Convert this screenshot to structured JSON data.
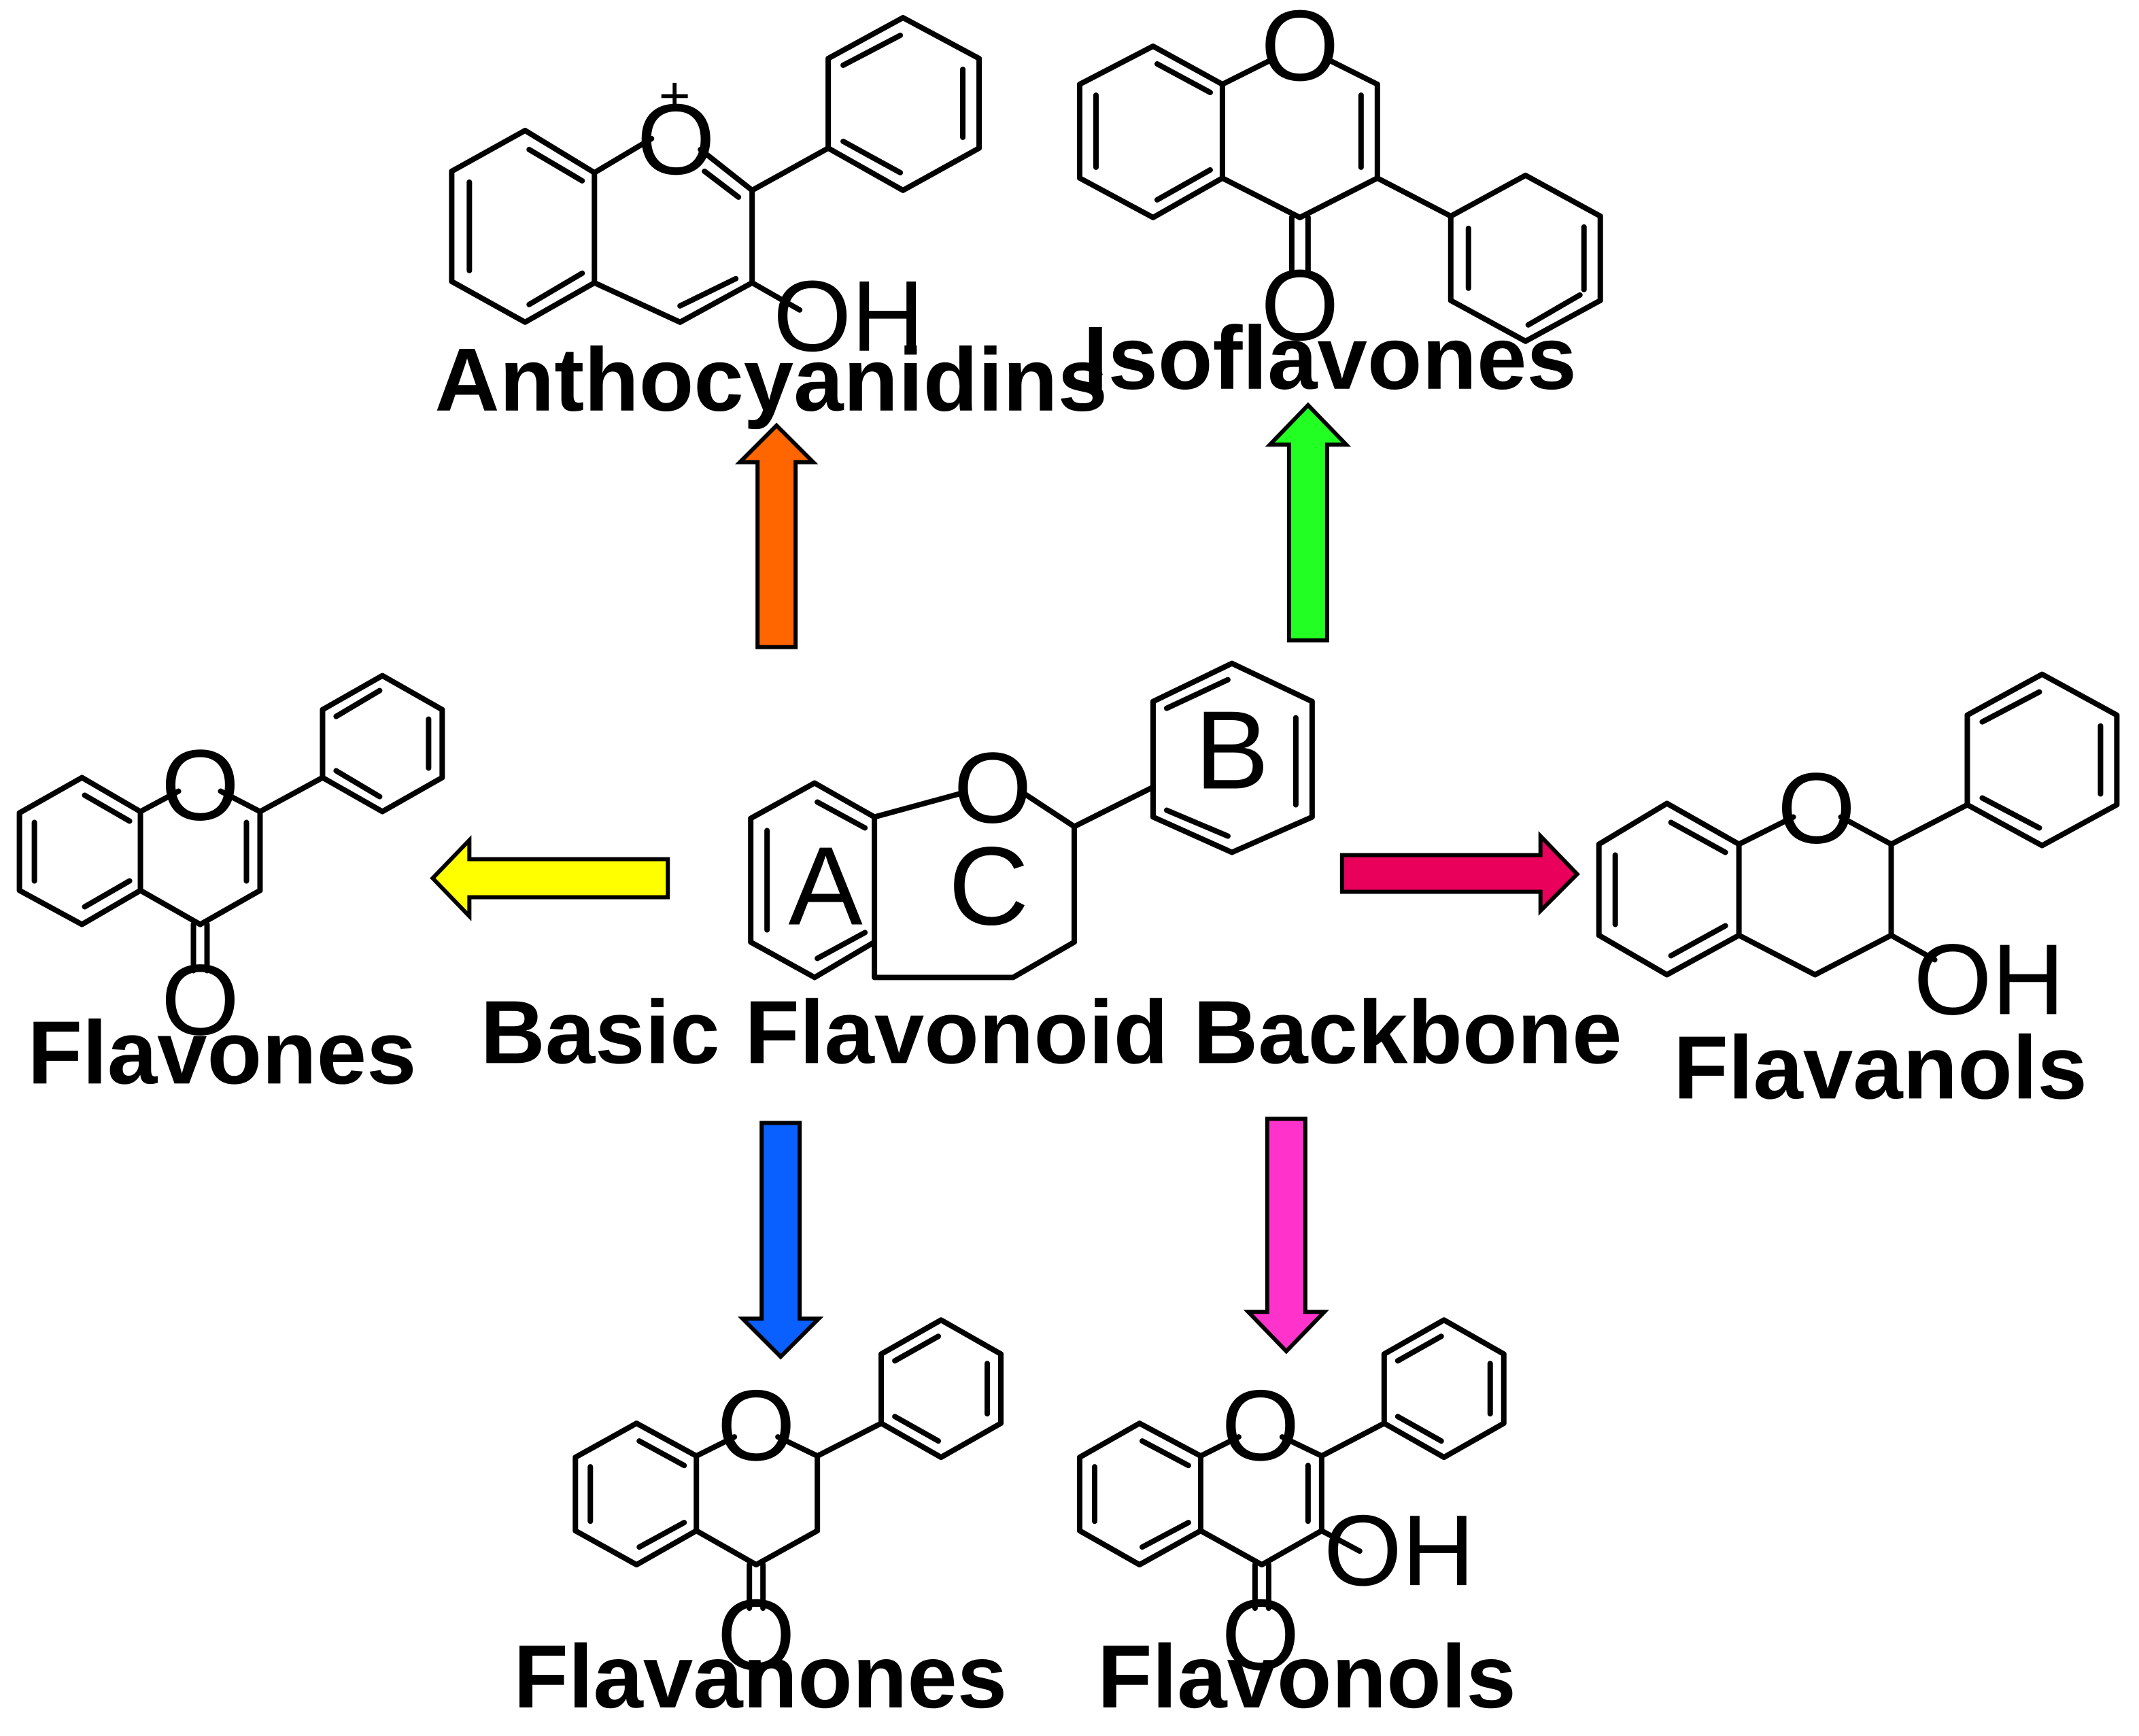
{
  "center": {
    "title": "Basic Flavonoid Backbone",
    "ring_labels": [
      "A",
      "C",
      "B"
    ],
    "atoms": [
      "O"
    ]
  },
  "classes": [
    {
      "name": "Anthocyanidins",
      "arrow_color": "#FF6600",
      "atoms": {
        "charge": "+",
        "o_ring": "O",
        "oh": "OH"
      }
    },
    {
      "name": "Isoflavones",
      "arrow_color": "#22FF22",
      "atoms": {
        "o_ring": "O",
        "o_keto": "O"
      }
    },
    {
      "name": "Flavones",
      "arrow_color": "#FFFF00",
      "atoms": {
        "o_ring": "O",
        "o_keto": "O"
      }
    },
    {
      "name": "Flavanols",
      "arrow_color": "#E8005A",
      "atoms": {
        "o_ring": "O",
        "oh": "OH"
      }
    },
    {
      "name": "Flavanones",
      "arrow_color": "#0A5FFF",
      "atoms": {
        "o_ring": "O",
        "o_keto": "O"
      }
    },
    {
      "name": "Flavonols",
      "arrow_color": "#FF33CC",
      "atoms": {
        "o_ring": "O",
        "o_keto": "O",
        "oh": "OH"
      }
    }
  ]
}
